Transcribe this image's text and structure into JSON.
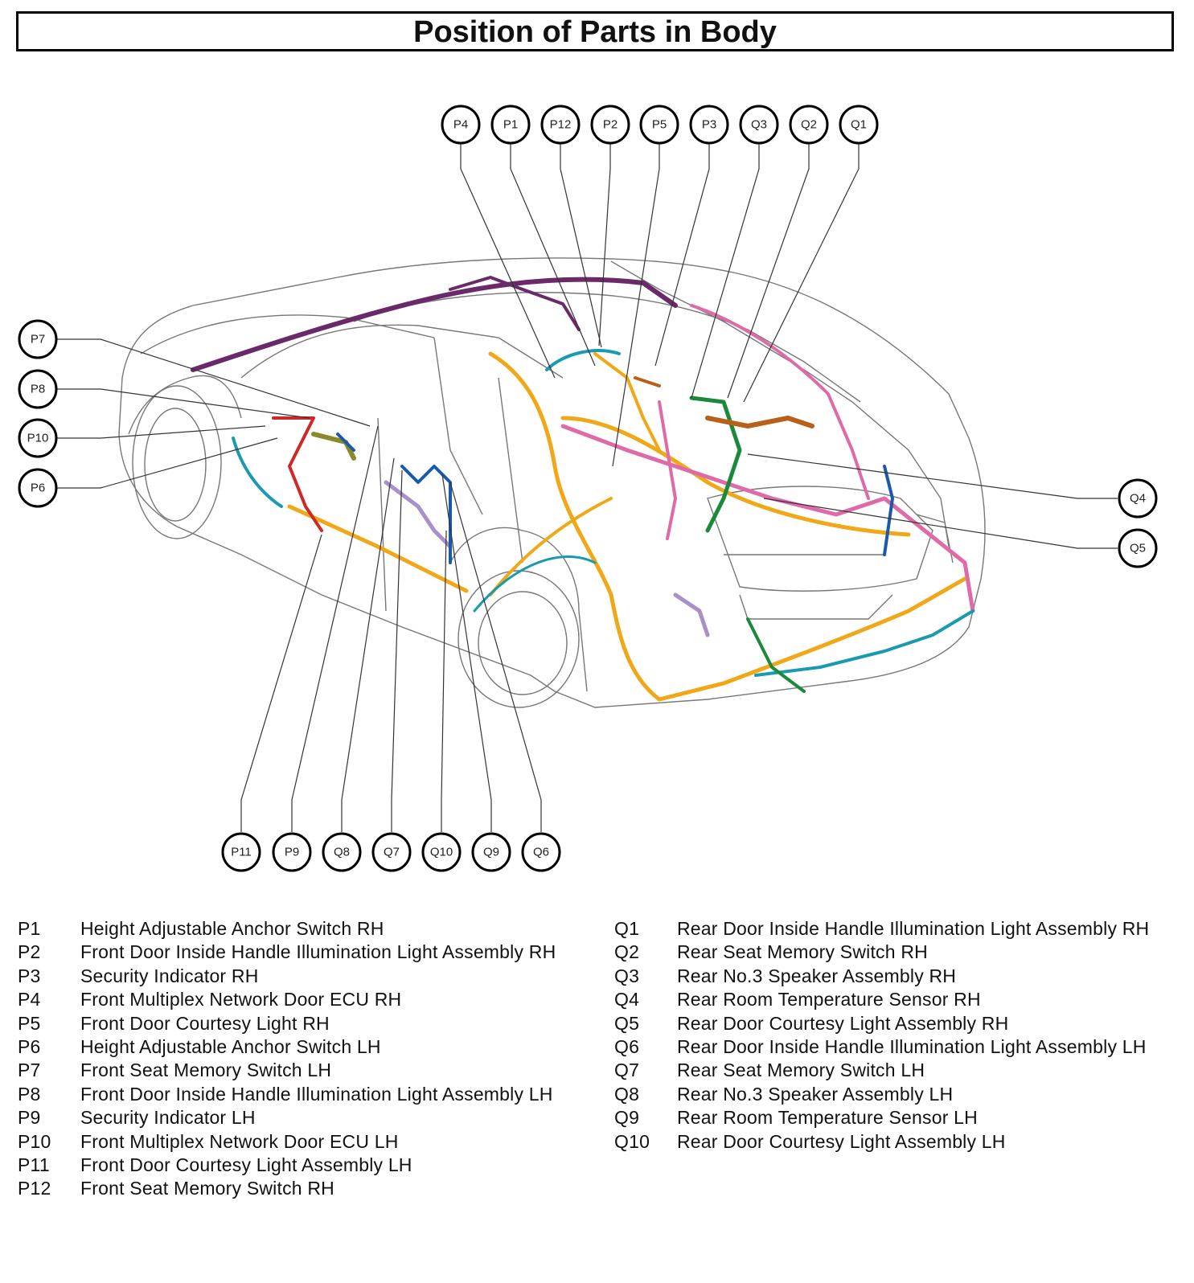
{
  "title": "Position of Parts in Body",
  "callouts": {
    "top": [
      "P4",
      "P1",
      "P12",
      "P2",
      "P5",
      "P3",
      "Q3",
      "Q2",
      "Q1"
    ],
    "left": [
      "P7",
      "P8",
      "P10",
      "P6"
    ],
    "right": [
      "Q4",
      "Q5"
    ],
    "bottom": [
      "P11",
      "P9",
      "Q8",
      "Q7",
      "Q10",
      "Q9",
      "Q6"
    ]
  },
  "legend_left": [
    {
      "code": "P1",
      "name": "Height Adjustable Anchor Switch RH"
    },
    {
      "code": "P2",
      "name": "Front Door Inside Handle Illumination Light Assembly RH"
    },
    {
      "code": "P3",
      "name": "Security Indicator RH"
    },
    {
      "code": "P4",
      "name": "Front Multiplex Network Door ECU RH"
    },
    {
      "code": "P5",
      "name": "Front Door Courtesy Light RH"
    },
    {
      "code": "P6",
      "name": "Height Adjustable Anchor Switch LH"
    },
    {
      "code": "P7",
      "name": "Front Seat Memory Switch LH"
    },
    {
      "code": "P8",
      "name": "Front Door Inside Handle Illumination Light Assembly LH"
    },
    {
      "code": "P9",
      "name": "Security Indicator LH"
    },
    {
      "code": "P10",
      "name": "Front Multiplex Network Door ECU LH"
    },
    {
      "code": "P11",
      "name": "Front Door Courtesy Light Assembly LH"
    },
    {
      "code": "P12",
      "name": "Front Seat Memory Switch RH"
    }
  ],
  "legend_right": [
    {
      "code": "Q1",
      "name": "Rear Door Inside Handle Illumination Light Assembly RH"
    },
    {
      "code": "Q2",
      "name": "Rear Seat Memory Switch RH"
    },
    {
      "code": "Q3",
      "name": "Rear No.3 Speaker Assembly RH"
    },
    {
      "code": "Q4",
      "name": "Rear Room Temperature Sensor RH"
    },
    {
      "code": "Q5",
      "name": "Rear Door Courtesy Light Assembly RH"
    },
    {
      "code": "Q6",
      "name": "Rear Door Inside Handle Illumination Light Assembly LH"
    },
    {
      "code": "Q7",
      "name": "Rear Seat Memory Switch LH"
    },
    {
      "code": "Q8",
      "name": "Rear No.3 Speaker Assembly LH"
    },
    {
      "code": "Q9",
      "name": "Rear Room Temperature Sensor LH"
    },
    {
      "code": "Q10",
      "name": "Rear Door Courtesy Light Assembly LH"
    }
  ],
  "wire_colors": {
    "orange": "#f0a818",
    "pink": "#e06aa8",
    "purple": "#6a2a6a",
    "teal": "#1a9ab0",
    "green": "#1a8a3a",
    "red": "#d02828",
    "brown": "#b8601a",
    "lavender": "#a890c8",
    "olive": "#8a8a2a",
    "blue": "#1a5aa8"
  }
}
